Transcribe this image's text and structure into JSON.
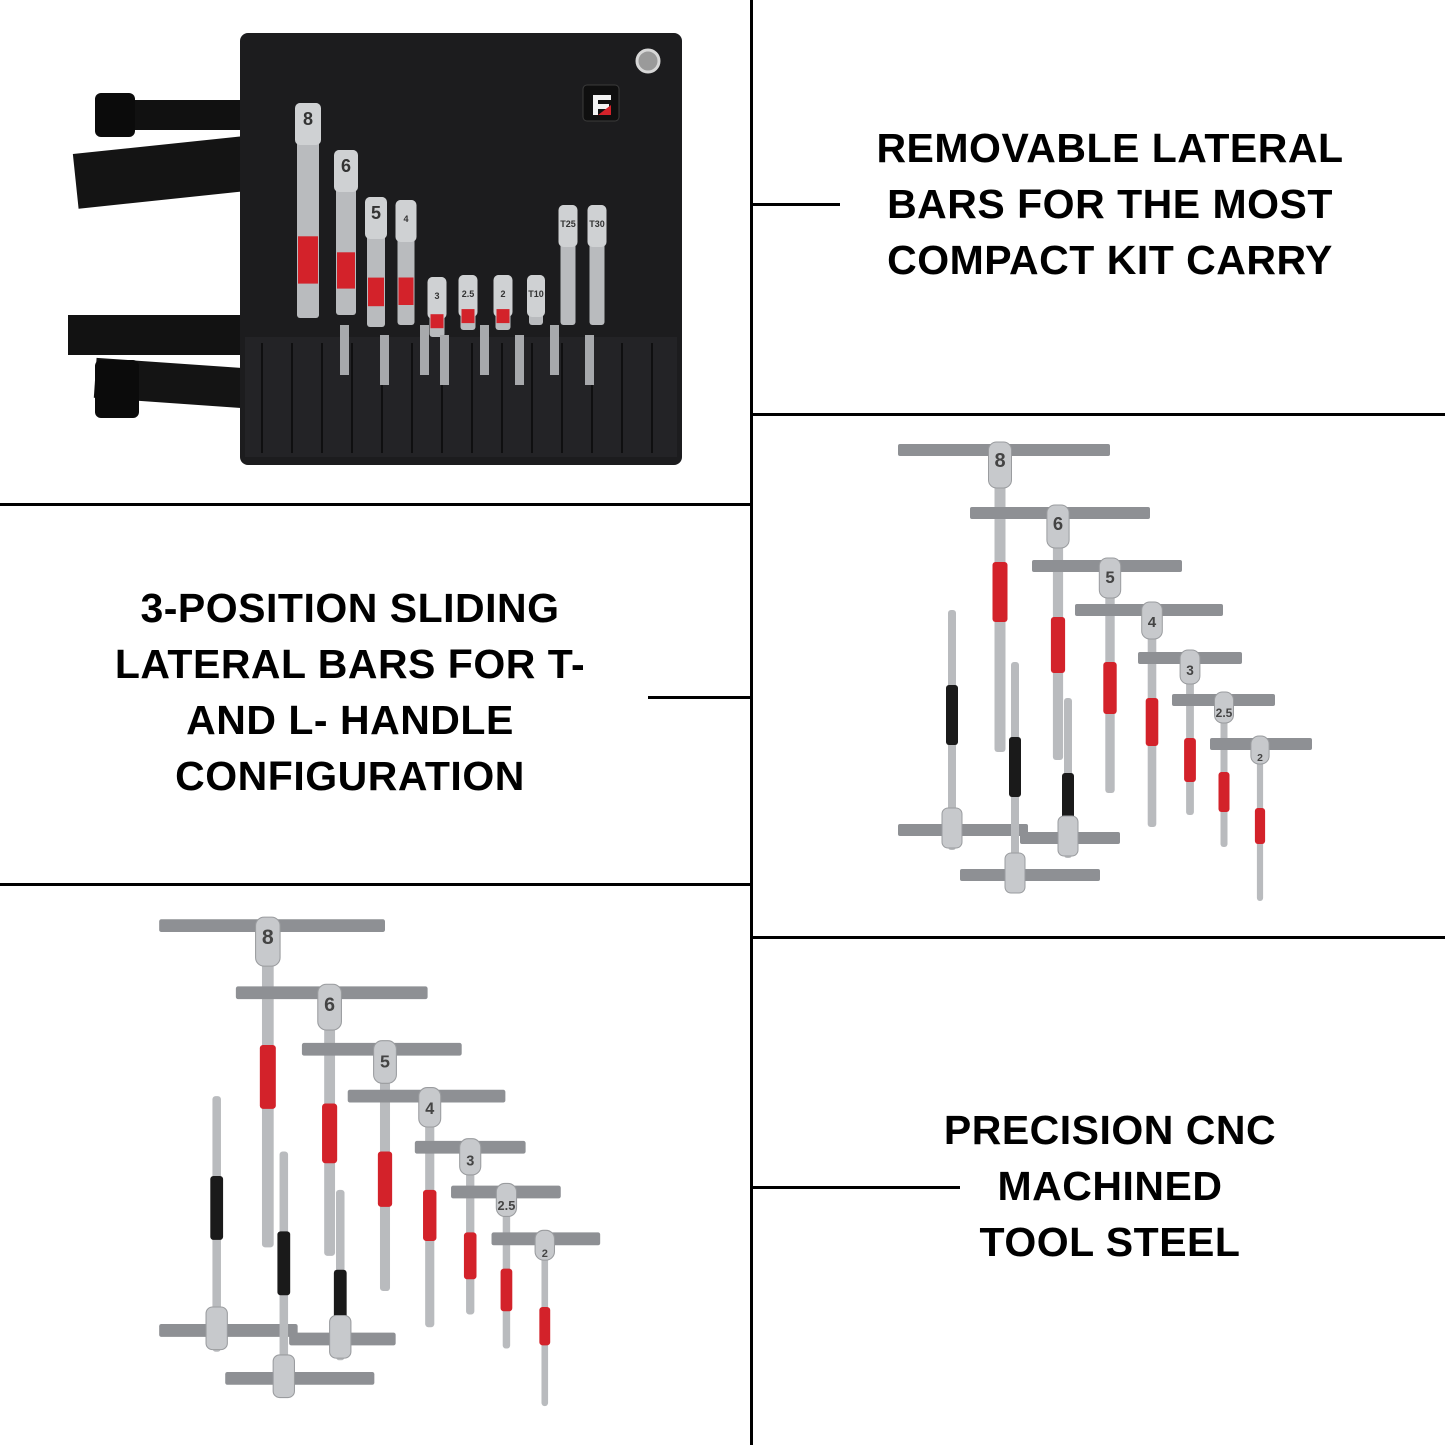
{
  "captions": {
    "top_right": [
      "REMOVABLE LATERAL",
      "BARS FOR THE MOST",
      "COMPACT KIT CARRY"
    ],
    "middle_left": [
      "3-POSITION SLIDING",
      "LATERAL BARS FOR T-",
      "AND L- HANDLE",
      "CONFIGURATION"
    ],
    "bottom_right": [
      "PRECISION CNC",
      "MACHINED",
      "TOOL STEEL"
    ]
  },
  "brand": {
    "logo_letter": "F",
    "accent_color": "#d3222a"
  },
  "roll_labels": [
    "8",
    "6",
    "5",
    "4",
    "3",
    "2.5",
    "2",
    "T10",
    "T25",
    "T30"
  ],
  "tool_sizes": [
    "8",
    "6",
    "5",
    "4",
    "3",
    "2.5",
    "2"
  ],
  "colors": {
    "roll": "#1c1c1e",
    "steel": "#b9bbbe",
    "red_grip": "#d3222a",
    "black_grip": "#1a1a1a"
  }
}
